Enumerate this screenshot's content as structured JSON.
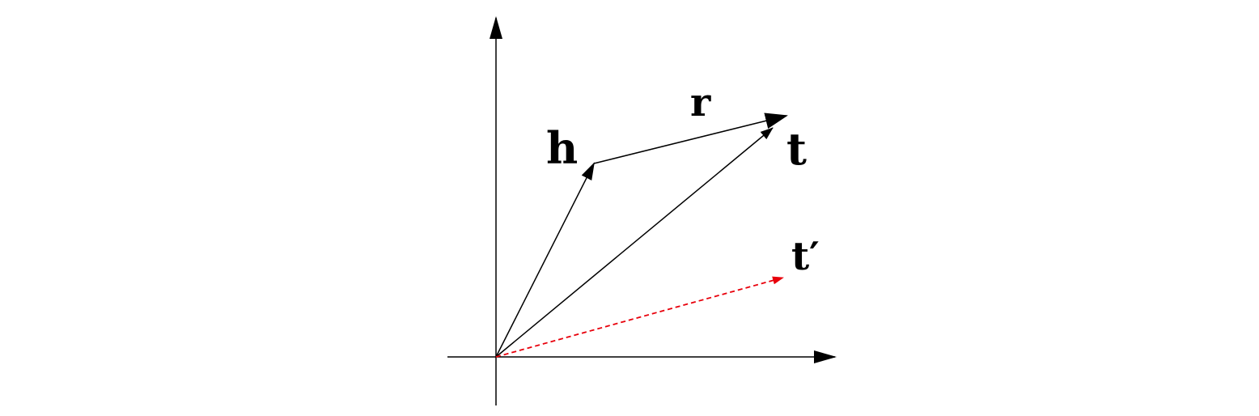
{
  "diagram": {
    "labels": {
      "h": "h",
      "r": "r",
      "t": "t",
      "t_prime": "t′"
    },
    "colors": {
      "axis": "#000000",
      "vector": "#000000",
      "predicted_vector": "#e8000b",
      "background": "#ffffff"
    }
  }
}
